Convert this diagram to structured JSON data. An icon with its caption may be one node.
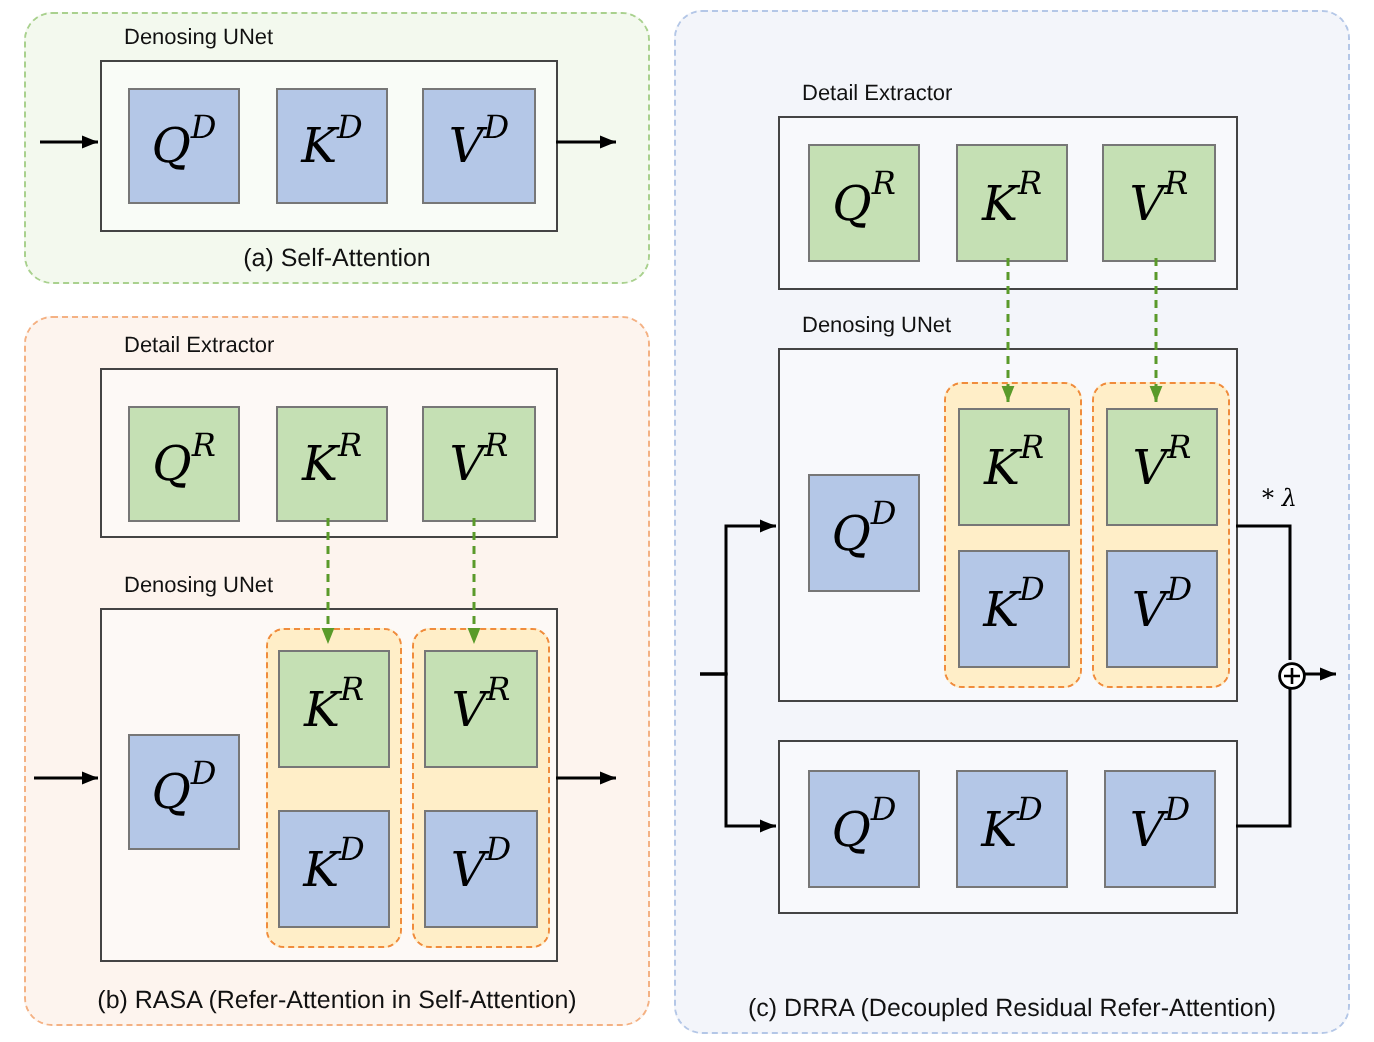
{
  "diagram": {
    "nodes": [
      {
        "text": [
          "(a) Self-Attention"
        ]
      },
      {
        "text": [
          "Denosing UNet"
        ],
        "in": 0
      },
      {
        "text": [
          "Q$^{D}$"
        ],
        "in": 1
      },
      {
        "text": [
          "K$^{D}$"
        ],
        "in": 1
      },
      {
        "text": [
          "V$^{D}$"
        ],
        "in": 1
      },
      {
        "text": [
          "(b) RASA (Refer-Attention in Self-Attention)"
        ]
      },
      {
        "text": [
          "Detail Extractor"
        ],
        "in": 5
      },
      {
        "text": [
          "Q$^{R}$"
        ],
        "in": 6
      },
      {
        "text": [
          "K$^{R}$"
        ],
        "in": 6
      },
      {
        "text": [
          "V$^{R}$"
        ],
        "in": 6
      },
      {
        "text": [
          "Denosing UNet"
        ],
        "in": 5
      },
      {
        "text": [
          "Q$^{D}$"
        ],
        "in": 10
      },
      {
        "text": [],
        "shape": "box",
        "in": 10
      },
      {
        "text": [
          "K$^{R}$"
        ],
        "in": 12
      },
      {
        "text": [
          "K$^{D}$"
        ],
        "in": 12
      },
      {
        "text": [],
        "shape": "box",
        "in": 10
      },
      {
        "text": [
          "V$^{R}$"
        ],
        "in": 15
      },
      {
        "text": [
          "V$^{D}$"
        ],
        "in": 15
      },
      {
        "text": [
          "(c) DRRA (Decoupled Residual Refer-Attention)"
        ]
      },
      {
        "text": [
          "Detail Extractor"
        ],
        "in": 18
      },
      {
        "text": [
          "Q$^{R}$"
        ],
        "in": 19
      },
      {
        "text": [
          "K$^{R}$"
        ],
        "in": 19
      },
      {
        "text": [
          "V$^{R}$"
        ],
        "in": 19
      },
      {
        "text": [
          "Denosing UNet"
        ],
        "in": 18
      },
      {
        "text": [
          "Q$^{D}$"
        ],
        "in": 23
      },
      {
        "text": [],
        "shape": "box",
        "in": 23
      },
      {
        "text": [
          "K$^{R}$"
        ],
        "in": 25
      },
      {
        "text": [
          "K$^{D}$"
        ],
        "in": 25
      },
      {
        "text": [],
        "shape": "box",
        "in": 23
      },
      {
        "text": [
          "V$^{R}$"
        ],
        "in": 28
      },
      {
        "text": [
          "V$^{D}$"
        ],
        "in": 28
      },
      {
        "text": [],
        "shape": "box",
        "in": 18
      },
      {
        "text": [
          "Q$^{D}$"
        ],
        "in": 31
      },
      {
        "text": [
          "K$^{D}$"
        ],
        "in": 31
      },
      {
        "text": [
          "V$^{D}$"
        ],
        "in": 31
      },
      {
        "text": [],
        "shape": "circle",
        "in": 18
      }
    ],
    "edges": [
      {
        "from": null,
        "to": 1,
        "arrow": "to"
      },
      {
        "from": 1,
        "to": null,
        "arrow": "to"
      },
      {
        "from": 8,
        "to": 13,
        "arrow": "to",
        "style": "dashed",
        "color": "#5a9a2a"
      },
      {
        "from": 9,
        "to": 16,
        "arrow": "to",
        "style": "dashed",
        "color": "#5a9a2a"
      },
      {
        "from": null,
        "to": 10,
        "arrow": "to"
      },
      {
        "from": 10,
        "to": null,
        "arrow": "to"
      },
      {
        "from": 21,
        "to": 26,
        "arrow": "to",
        "style": "dashed",
        "color": "#5a9a2a"
      },
      {
        "from": 22,
        "to": 29,
        "arrow": "to",
        "style": "dashed",
        "color": "#5a9a2a"
      },
      {
        "from": null,
        "to": 23,
        "arrow": "to"
      },
      {
        "from": null,
        "to": 31,
        "arrow": "to"
      },
      {
        "from": 23,
        "to": 35,
        "arrow": "none",
        "label": "* λ"
      },
      {
        "from": 31,
        "to": 35,
        "arrow": "none"
      },
      {
        "from": 35,
        "to": null,
        "arrow": "to"
      }
    ]
  }
}
